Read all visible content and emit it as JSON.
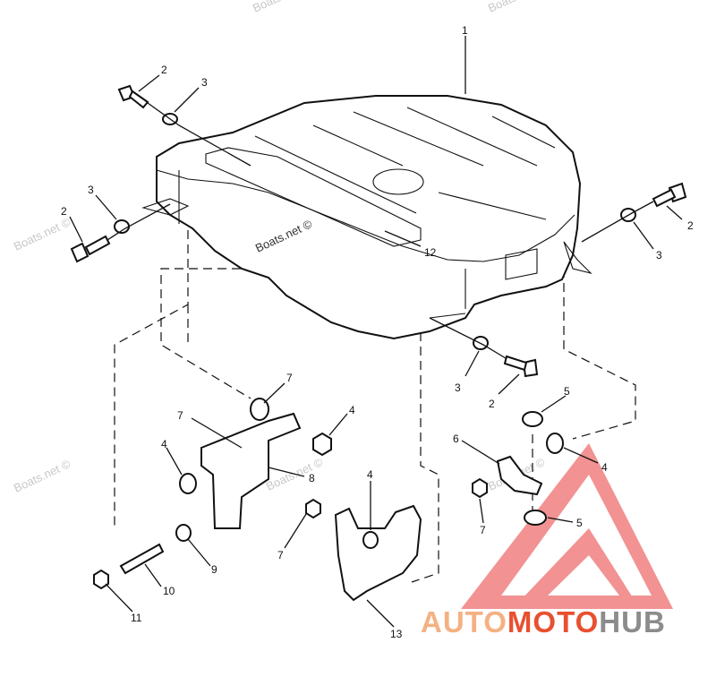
{
  "callouts": [
    {
      "id": "c1",
      "text": "1"
    },
    {
      "id": "c2a",
      "text": "2"
    },
    {
      "id": "c3a",
      "text": "3"
    },
    {
      "id": "c3b",
      "text": "3"
    },
    {
      "id": "c2b",
      "text": "2"
    },
    {
      "id": "c2c",
      "text": "2"
    },
    {
      "id": "c3c",
      "text": "3"
    },
    {
      "id": "c12",
      "text": "12"
    },
    {
      "id": "c3d",
      "text": "3"
    },
    {
      "id": "c2d",
      "text": "2"
    },
    {
      "id": "c7a",
      "text": "7"
    },
    {
      "id": "c7b",
      "text": "7"
    },
    {
      "id": "c4a",
      "text": "4"
    },
    {
      "id": "c4b",
      "text": "4"
    },
    {
      "id": "c8",
      "text": "8"
    },
    {
      "id": "c9",
      "text": "9"
    },
    {
      "id": "c10",
      "text": "10"
    },
    {
      "id": "c11",
      "text": "11"
    },
    {
      "id": "c7c",
      "text": "7"
    },
    {
      "id": "c4c",
      "text": "4"
    },
    {
      "id": "c13",
      "text": "13"
    },
    {
      "id": "c5a",
      "text": "5"
    },
    {
      "id": "c6",
      "text": "6"
    },
    {
      "id": "c4d",
      "text": "4"
    },
    {
      "id": "c7d",
      "text": "7"
    },
    {
      "id": "c5b",
      "text": "5"
    }
  ],
  "watermarks": {
    "boats_net": "Boats.net ©"
  },
  "brand": {
    "part1": "AUTO",
    "part2": "MOTO",
    "part3": "HUB",
    "color1": "#f4b183",
    "color2": "#e8502f",
    "color3": "#8c8c8c",
    "triangle_color": "#f08080"
  }
}
